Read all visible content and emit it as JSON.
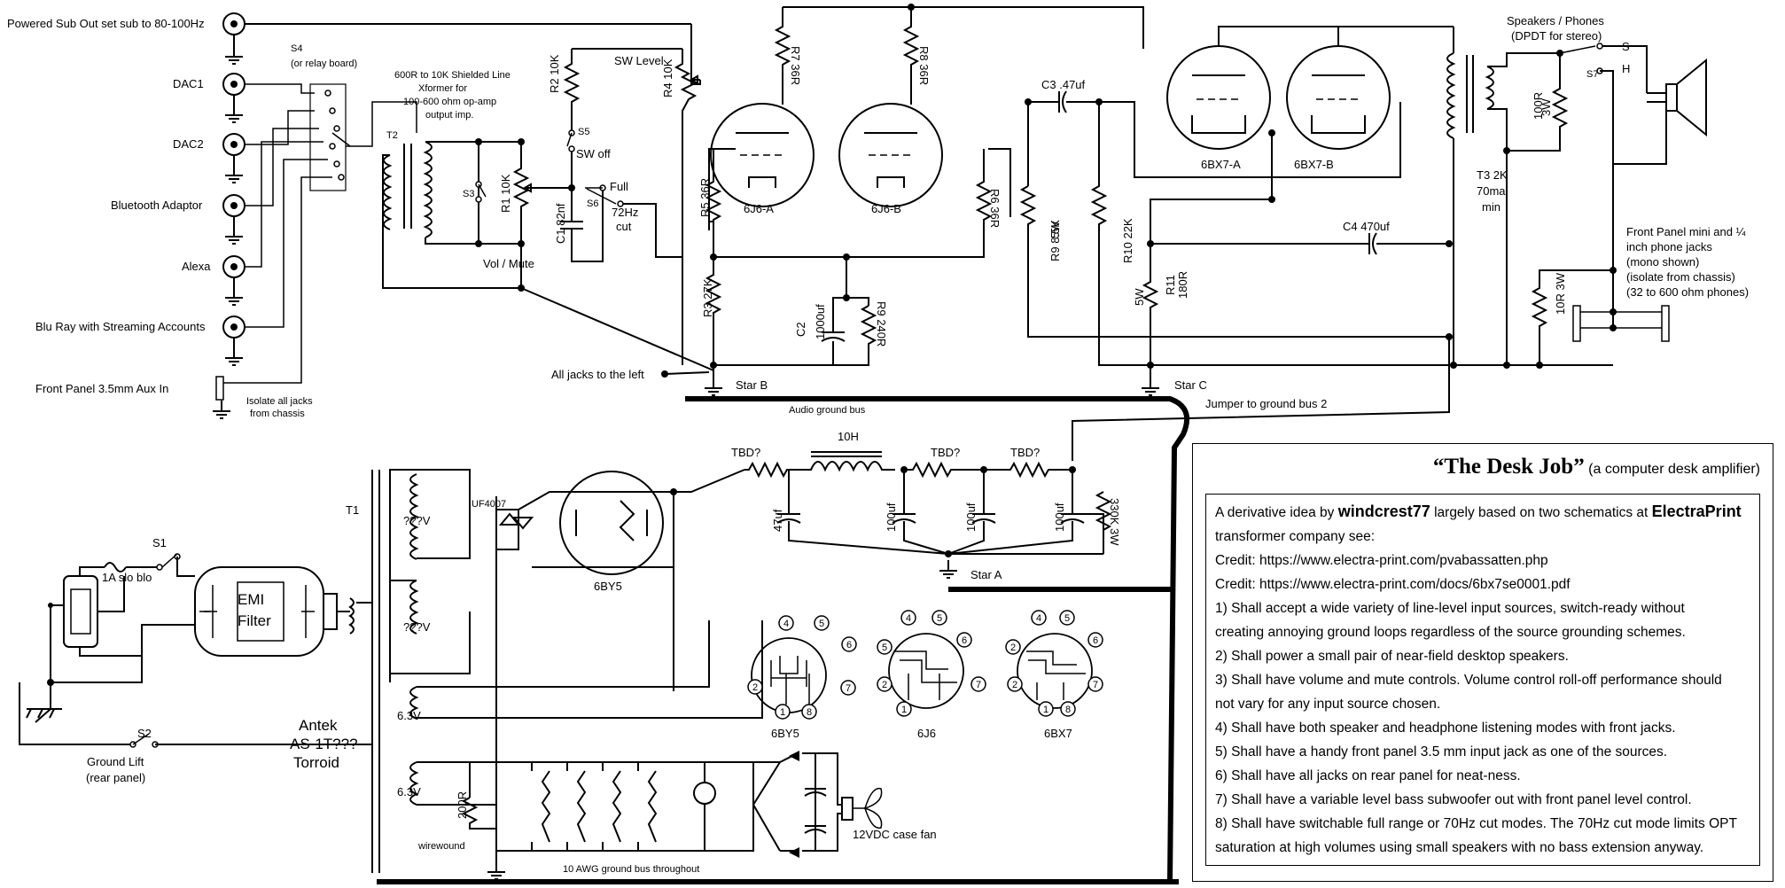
{
  "labels": {
    "sub_out": "Powered Sub Out set sub to 80-100Hz",
    "dac1": "DAC1",
    "dac2": "DAC2",
    "bluetooth": "Bluetooth Adaptor",
    "alexa": "Alexa",
    "bluray": "Blu Ray with Streaming Accounts",
    "front_aux": "Front Panel 3.5mm Aux In",
    "isolate_jacks_1": "Isolate all jacks",
    "isolate_jacks_2": "from chassis",
    "s4": "S4",
    "s4_note": "(or relay board)",
    "xfmr_1": "600R to 10K Shielded Line",
    "xfmr_2": "Xformer for",
    "xfmr_3": "100-600 ohm op-amp",
    "xfmr_4": "output imp.",
    "t2": "T2",
    "s3": "S3",
    "r1": "R1 10K",
    "vol_mute": "Vol / Mute",
    "r2": "R2 10K",
    "s5": "S5",
    "sw_off": "SW off",
    "sw_level": "SW Level",
    "r4": "R4 10K",
    "full": "Full",
    "s6": "S6",
    "hz72": "72Hz",
    "cut": "cut",
    "c1": "C1 82nf",
    "r7": "R7 36R",
    "r8": "R8 36R",
    "r5": "R5 36R",
    "r6": "R6 36R",
    "t6j6a": "6J6-A",
    "t6j6b": "6J6-B",
    "r3": "R3 27K",
    "c2a": "C2",
    "c2b": "1000uf",
    "r9a": "R9 240R",
    "all_jacks": "All jacks to the left",
    "star_b": "Star B",
    "audio_bus": "Audio ground bus",
    "c3": "C3 .47uf",
    "r9b_1": "R9 8.5K",
    "r9b_2": "5W",
    "r10": "R10 22K",
    "t6bx7a": "6BX7-A",
    "t6bx7b": "6BX7-B",
    "c4": "C4 470uf",
    "r11_1": "R11",
    "r11_2": "180R",
    "r11_3": "5W",
    "star_c": "Star C",
    "jumper": "Jumper to ground bus 2",
    "spk_phones_1": "Speakers / Phones",
    "spk_phones_2": "(DPDT for stereo)",
    "sw_s": "S",
    "sw_h": "H",
    "s7": "S7",
    "r100_1": "100R",
    "r100_2": "3W",
    "t3_1": "T3 2K",
    "t3_2": "70ma",
    "t3_3": "min",
    "fp_1": "Front Panel mini and ¼",
    "fp_2": "inch phone jacks",
    "fp_3": "(mono shown)",
    "fp_4": "(isolate from chassis)",
    "fp_5": "(32 to 600 ohm phones)",
    "r10r_1": "10R 3W",
    "tbd": "TBD?",
    "h10": "10H",
    "uf4007": "UF4007",
    "t6by5": "6BY5",
    "uf47": "47uf",
    "uf100": "100uf",
    "r330_1": "330K 3W",
    "star_a": "Star A",
    "t1": "T1",
    "qv": "???V",
    "v63": "6.3V",
    "antek_1": "Antek",
    "antek_2": "AS-1T???",
    "antek_3": "Torroid",
    "r200": "200R",
    "wirewound": "wirewound",
    "bus10": "10 AWG ground bus throughout",
    "fan": "12VDC case fan",
    "fuse": "1A slo blo",
    "s1": "S1",
    "emi_1": "EMI",
    "emi_2": "Filter",
    "s2": "S2",
    "gl_1": "Ground Lift",
    "gl_2": "(rear panel)",
    "pin_1": "1",
    "pin_2": "2",
    "pin_4": "4",
    "pin_5": "5",
    "pin_6": "6",
    "pin_7": "7",
    "pin_8": "8",
    "base_6by5": "6BY5",
    "base_6j6": "6J6",
    "base_6bx7": "6BX7"
  },
  "panel": {
    "title": "“The Desk Job”",
    "subtitle": "(a computer desk amplifier)",
    "intro_pre": "A derivative idea by ",
    "author": "windcrest77",
    "intro_mid": " largely based on two schematics at ",
    "company": "ElectraPrint",
    "intro_post": "transformer company see:",
    "credit1": "Credit: https://www.electra-print.com/pvabassatten.php",
    "credit2": "Credit: https://www.electra-print.com/docs/6bx7se0001.pdf",
    "req1": "1) Shall accept a wide variety of line-level input sources, switch-ready without",
    "req1b": "creating annoying ground loops regardless of the source grounding schemes.",
    "req2": "2) Shall power a small pair of near-field desktop speakers.",
    "req3": "3) Shall have volume and mute controls. Volume control roll-off performance should",
    "req3b": "not vary for any input source chosen.",
    "req4": "4) Shall have both speaker and headphone listening modes with front jacks.",
    "req5": "5) Shall have a handy front panel 3.5 mm input jack as one of the sources.",
    "req6": "6) Shall have all jacks on rear panel for neat-ness.",
    "req7": "7) Shall have a variable level bass subwoofer out with front panel level control.",
    "req8": "8) Shall have switchable full range or 70Hz cut modes. The 70Hz cut mode limits OPT",
    "req8b": "saturation at high volumes using small speakers with no bass extension anyway."
  }
}
